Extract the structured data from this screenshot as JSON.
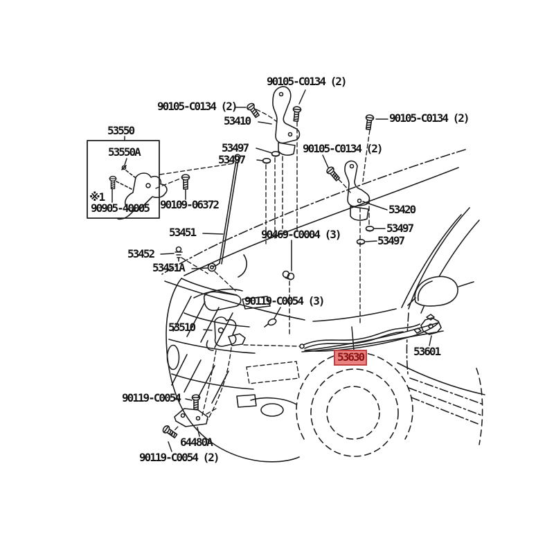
{
  "diagram": {
    "background_color": "#ffffff",
    "line_color": "#1c1c1c",
    "highlight": {
      "bg": "#e98382",
      "border": "#bf4040",
      "text_color": "#8a1010"
    }
  },
  "labels": [
    {
      "part": "90105-C0134-top",
      "text": "90105-C0134 (2)"
    },
    {
      "part": "90105-C0134-left",
      "text": "90105-C0134 (2)"
    },
    {
      "part": "53410",
      "text": "53410"
    },
    {
      "part": "90105-C0134-right",
      "text": "90105-C0134 (2)"
    },
    {
      "part": "90105-C0134-mid",
      "text": "90105-C0134 (2)"
    },
    {
      "part": "53497-1",
      "text": "53497"
    },
    {
      "part": "53497-2",
      "text": "53497"
    },
    {
      "part": "53550",
      "text": "53550"
    },
    {
      "part": "53550A",
      "text": "53550A"
    },
    {
      "part": "note-ref",
      "text": "※1"
    },
    {
      "part": "90905-40005",
      "text": "90905-40005"
    },
    {
      "part": "90109-06372",
      "text": "90109-06372"
    },
    {
      "part": "53420",
      "text": "53420"
    },
    {
      "part": "53497-3",
      "text": "53497"
    },
    {
      "part": "53497-4",
      "text": "53497"
    },
    {
      "part": "90469-C0004",
      "text": "90469-C0004 (3)"
    },
    {
      "part": "53451",
      "text": "53451"
    },
    {
      "part": "53452",
      "text": "53452"
    },
    {
      "part": "53451A",
      "text": "53451A"
    },
    {
      "part": "90119-C0054-3",
      "text": "90119-C0054 (3)"
    },
    {
      "part": "53510",
      "text": "53510"
    },
    {
      "part": "53630",
      "text": "53630",
      "highlighted": true
    },
    {
      "part": "53601",
      "text": "53601"
    },
    {
      "part": "90119-C0054-b",
      "text": "90119-C0054"
    },
    {
      "part": "64480A",
      "text": "64480A"
    },
    {
      "part": "90119-C0054-2",
      "text": "90119-C0054 (2)"
    }
  ]
}
